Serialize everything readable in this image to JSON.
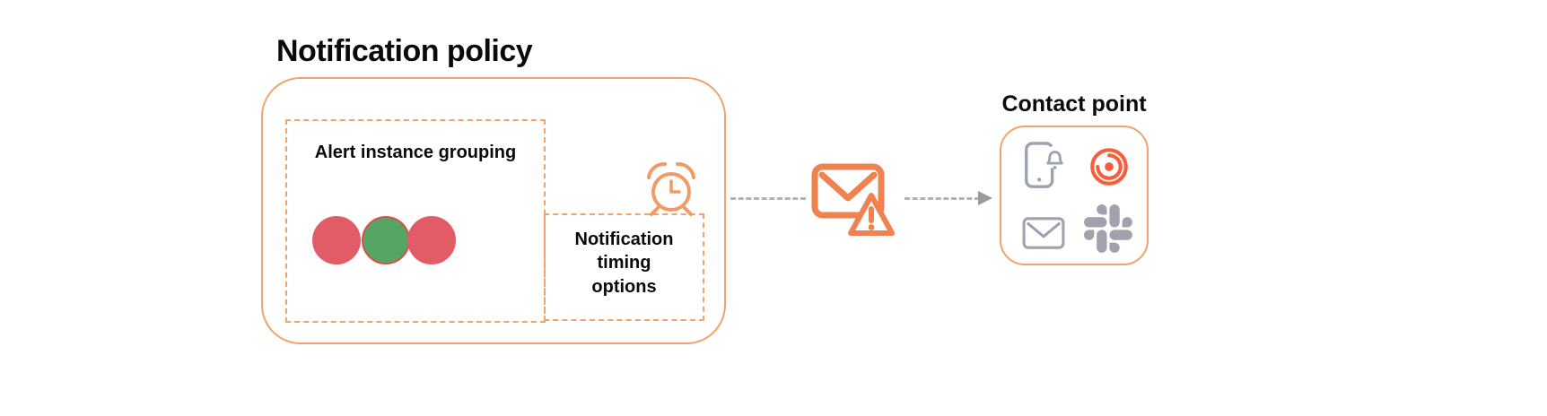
{
  "title": "Notification policy",
  "policy": {
    "alert_grouping_label": "Alert instance grouping",
    "timing_label": "Notification\ntiming\noptions",
    "alert_instances": [
      {
        "color": "#E25C68",
        "state": "alerting"
      },
      {
        "color": "#57A564",
        "state": "normal"
      },
      {
        "color": "#E25C68",
        "state": "alerting"
      }
    ],
    "icon": "alarm-clock-icon"
  },
  "flow": {
    "arrow_style": "dashed",
    "middle_icon": "email-alert-icon"
  },
  "contact_point": {
    "title": "Contact point",
    "icons": [
      "phone-notification-icon",
      "grafana-alerting-icon",
      "email-icon",
      "slack-icon"
    ]
  },
  "colors": {
    "orange_outline": "#F2A36B",
    "orange_icon": "#EF8250",
    "grafana_orange": "#F4603E",
    "red_instance": "#E25C68",
    "green_instance": "#57A564",
    "gray_icon": "#9CA2AE",
    "slack_gray": "#A2A2AC",
    "arrow_gray": "#B3B3B3",
    "text": "#0A0A0A",
    "background": "#FFFFFF"
  }
}
